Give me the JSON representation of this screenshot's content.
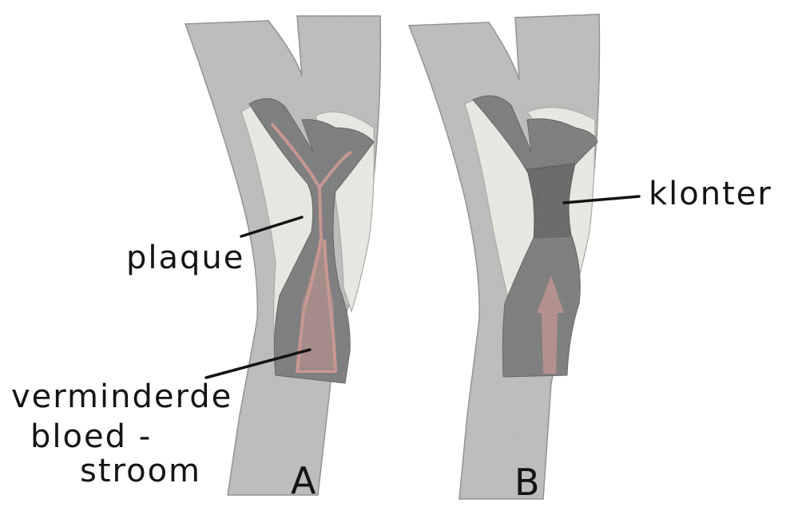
{
  "labels": {
    "plaque": "plaque",
    "reduced_flow_line1": "verminderde",
    "reduced_flow_line2": "bloed -",
    "reduced_flow_line3": "stroom",
    "clot": "klonter",
    "panel_a": "A",
    "panel_b": "B"
  },
  "colors": {
    "vessel_wall": "#bdbdbd",
    "lumen_blood": "#6e6e6e",
    "clot": "#4f4f4f",
    "plaque": "#efefe9",
    "flow_arrow": "#c98f88",
    "ink": "#141414"
  }
}
